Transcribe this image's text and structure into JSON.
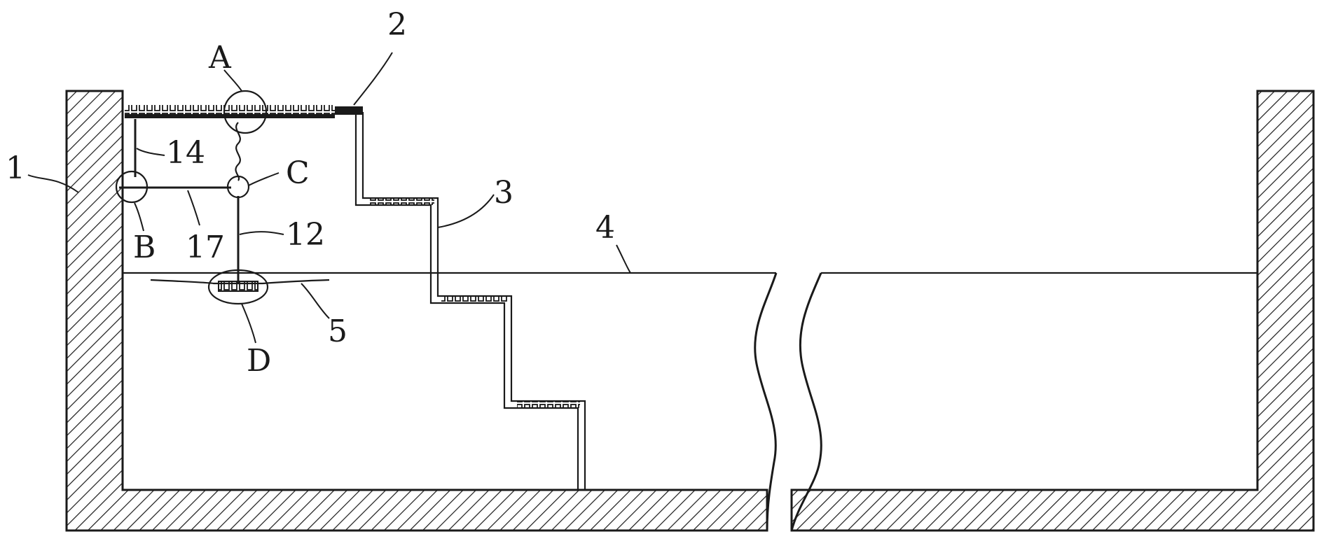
{
  "labels": {
    "l1": "1",
    "l2": "2",
    "l3": "3",
    "l4": "4",
    "l5": "5",
    "l12": "12",
    "l14": "14",
    "l17": "17",
    "lA": "A",
    "lB": "B",
    "lC": "C",
    "lD": "D"
  }
}
